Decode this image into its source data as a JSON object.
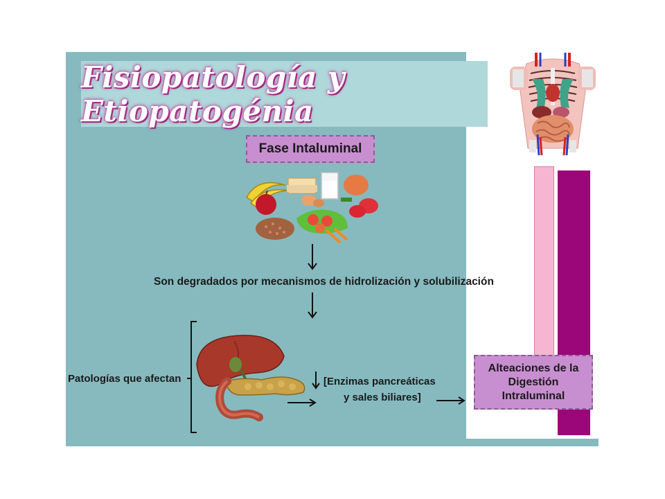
{
  "title": "Fisiopatología y Etiopatogénia",
  "phase_box": "Fase Intaluminal",
  "step_text": "Son degradados por mecanismos de hidrolización y solubilización",
  "pathologies_label": "Patologías que afectan",
  "enzymes_line1": "[Enzimas pancreáticas",
  "enzymes_line2": "y sales biliares]",
  "result_box": {
    "line1": "Alteaciones de la",
    "line2": "Digestión",
    "line3": "Intraluminal"
  },
  "colors": {
    "panel": "#86babf",
    "title_band": "#afd8da",
    "box_fill": "#c88fd0",
    "bar_pink": "#f6b6d1",
    "bar_purple": "#9b0679"
  }
}
